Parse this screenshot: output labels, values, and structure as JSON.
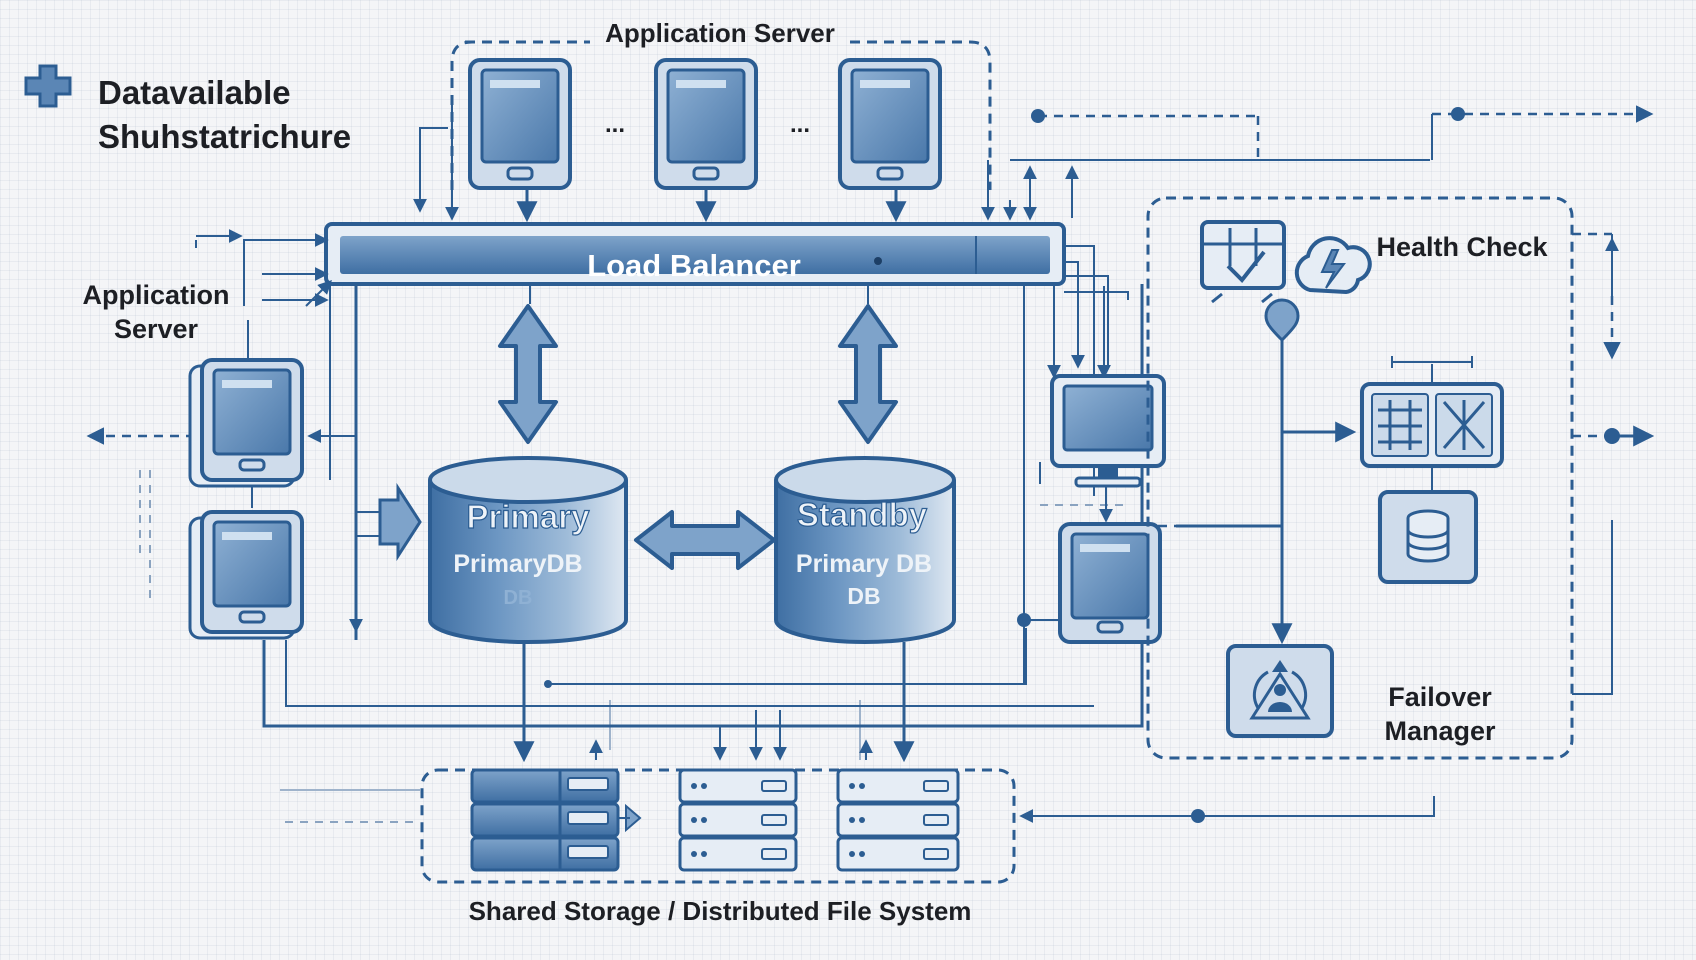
{
  "title": {
    "line1": "Datavailable",
    "line2": "Shuhstatrichure"
  },
  "top_group": {
    "label": "Application Server"
  },
  "left_group": {
    "label_line1": "Application",
    "label_line2": "Server"
  },
  "ellipsis": "...",
  "load_balancer": {
    "label": "Load Balancer"
  },
  "primary_db": {
    "line1": "Primary",
    "line2": "PrimaryDB",
    "line3": "DB"
  },
  "standby_db": {
    "line1": "Standby",
    "line2": "Primary DB",
    "line3": "DB"
  },
  "health_check": {
    "label": "Health Check"
  },
  "failover_manager": {
    "line1": "Failover",
    "line2": "Manager"
  },
  "storage": {
    "label": "Shared Storage / Distributed File System"
  },
  "colors": {
    "primary_blue": "#2c5d92",
    "fill_blue": "#5b86b5",
    "light_blue": "#dbe6f2",
    "background": "#f4f5f7",
    "text": "#1d1f24"
  },
  "icons": [
    "plus-icon",
    "tablet-server-icon",
    "monitor-icon",
    "database-cylinder-icon",
    "health-dashboard-icon",
    "lightning-cloud-icon",
    "location-pin-icon",
    "control-panel-icon",
    "database-icon",
    "failover-person-icon",
    "storage-server-icon"
  ]
}
